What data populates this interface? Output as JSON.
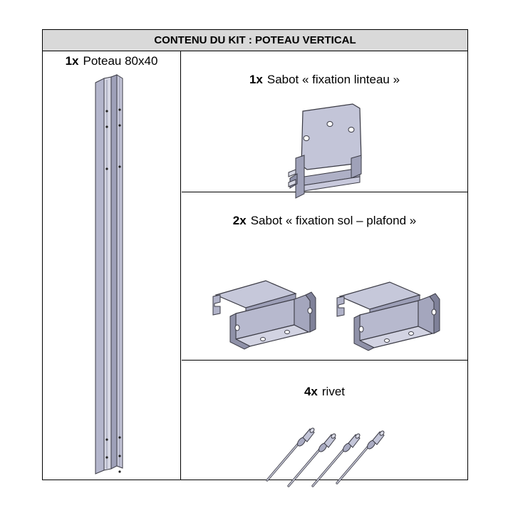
{
  "header": {
    "title": "CONTENU DU KIT : POTEAU VERTICAL"
  },
  "items": [
    {
      "qty": "1x",
      "name": "Poteau 80x40",
      "count": 1
    },
    {
      "qty": "1x",
      "name": "Sabot « fixation linteau »",
      "count": 1
    },
    {
      "qty": "2x",
      "name": "Sabot « fixation sol – plafond »",
      "count": 2
    },
    {
      "qty": "4x",
      "name": "rivet",
      "count": 4
    }
  ],
  "colors": {
    "header_bg": "#d9d9d9",
    "metal_light": "#c9cad9",
    "metal_mid": "#a9abc2",
    "metal_dark": "#7f8199",
    "outline": "#3a3a44"
  }
}
